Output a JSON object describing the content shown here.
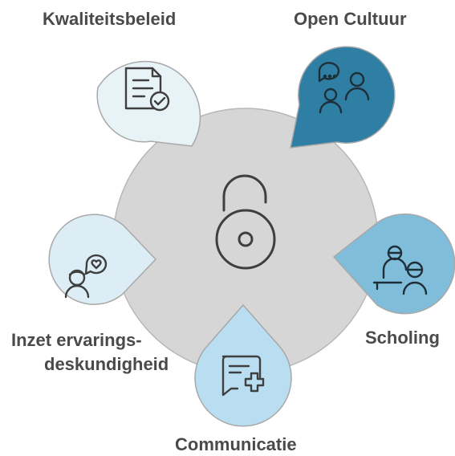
{
  "colors": {
    "center_fill": "#d6d6d6",
    "center_stroke": "#b8b8b8",
    "lock_stroke": "#3f3f3f",
    "petal_stroke": "#a8a8a8",
    "petal_kwaliteitsbeleid": "#e8f3f8",
    "petal_open_cultuur": "#2f7fa5",
    "petal_scholing": "#7fbdda",
    "petal_communicatie": "#b9def1",
    "petal_inzet": "#dcedf6",
    "label_text": "#4a4a4a"
  },
  "center": {
    "icon": "unlocked-padlock-icon"
  },
  "nodes": [
    {
      "id": "kwaliteitsbeleid",
      "label": "Kwaliteitsbeleid",
      "icon": "document-check-icon"
    },
    {
      "id": "open_cultuur",
      "label": "Open Cultuur",
      "icon": "people-chat-icon"
    },
    {
      "id": "scholing",
      "label": "Scholing",
      "icon": "teacher-student-icon"
    },
    {
      "id": "communicatie",
      "label": "Communicatie",
      "icon": "message-plus-icon"
    },
    {
      "id": "inzet",
      "label_line1": "Inzet ervarings-",
      "label_line2": "deskundigheid",
      "icon": "person-heart-chat-icon"
    }
  ]
}
